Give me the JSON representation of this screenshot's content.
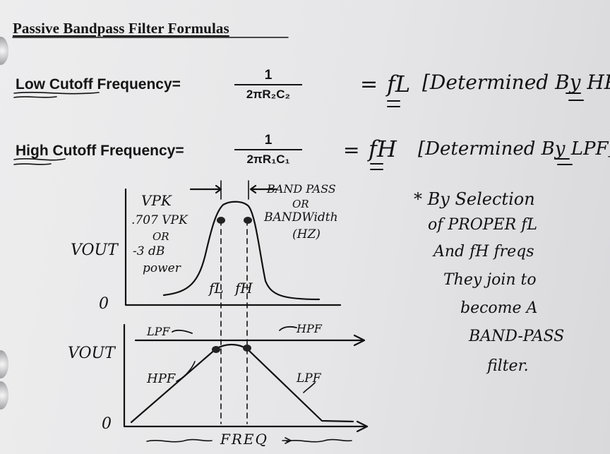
{
  "title": "Passive Bandpass Filter Formulas",
  "low_cutoff": {
    "label": "Low Cutoff Frequency=",
    "numerator": "1",
    "denominator": "2πR₂C₂",
    "equals": "=",
    "symbol": "fL",
    "note": "[Determined By HPF"
  },
  "high_cutoff": {
    "label": "High Cutoff Frequency=",
    "numerator": "1",
    "denominator": "2πR₁C₁",
    "equals": "=",
    "symbol": "fH",
    "note": "[Determined By LPF]"
  },
  "top_graph": {
    "vpk": "VPK",
    "p707": ".707 VPK",
    "or": "OR",
    "minus3db": "-3 dB",
    "power": "power",
    "vout": "VOUT",
    "zero": "0",
    "bandpass_1": "BAND PASS",
    "bandpass_2": "OR",
    "bandpass_3": "BANDWidth",
    "bandpass_4": "(HZ)",
    "fl": "fL",
    "fh": "fH"
  },
  "bottom_graph": {
    "vout": "VOUT",
    "zero": "0",
    "lpf_top": "LPF",
    "hpf_top": "HPF",
    "hpf_curve": "HPF",
    "lpf_curve": "LPF",
    "freq": "FREQ"
  },
  "side_note": [
    "* By Selection",
    "of PROPER fL",
    "And fH freqs",
    "They join to",
    "become A",
    "BAND-PASS",
    "filter."
  ]
}
